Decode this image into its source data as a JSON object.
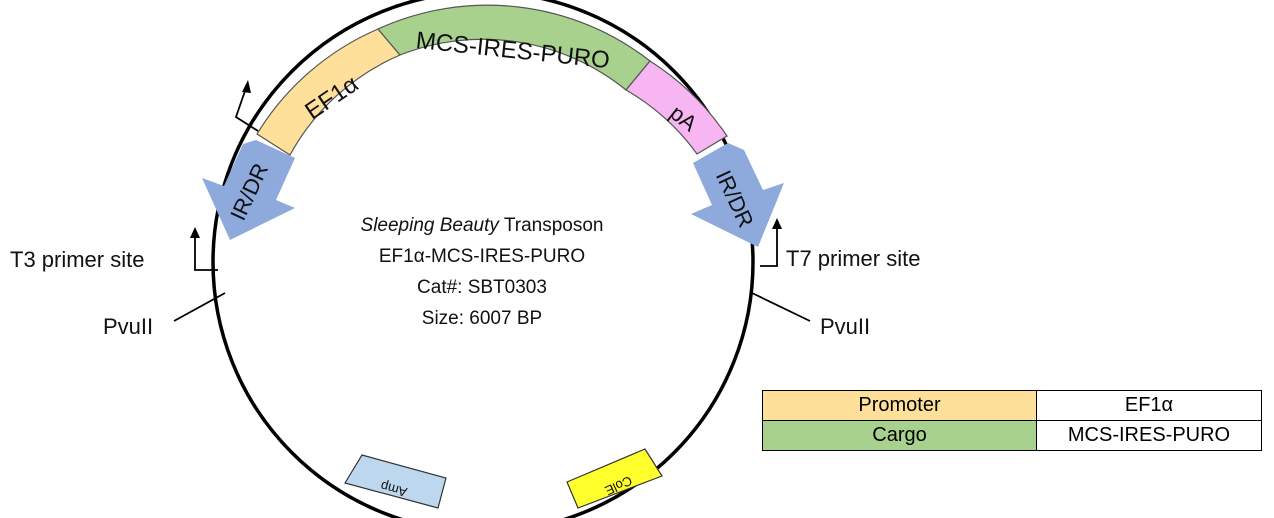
{
  "center": {
    "title_italic": "Sleeping Beauty",
    "title_rest": " Transposon",
    "construct": "EF1α-MCS-IRES-PURO",
    "catalog": "Cat#: SBT0303",
    "size": "Size:  6007 BP"
  },
  "features": {
    "ef1a": "EF1α",
    "cargo": "MCS-IRES-PURO",
    "pa": "pA",
    "ir_left": "IR/DR",
    "ir_right": "IR/DR",
    "amp": "Amp",
    "cole": "ColE"
  },
  "sites": {
    "t3": "T3 primer site",
    "t7": "T7 primer site",
    "pvuii_left": "PvuII",
    "pvuii_right": "PvuII"
  },
  "legend": {
    "rows": [
      {
        "key": "Promoter",
        "value": "EF1α",
        "color": "#ffe09a"
      },
      {
        "key": "Cargo",
        "value": "MCS-IRES-PURO",
        "color": "#a9d18e"
      }
    ]
  },
  "colors": {
    "promoter": "#ffe09a",
    "cargo": "#a9d18e",
    "pa": "#f7b5f2",
    "ir": "#8eaadc",
    "amp": "#bdd7ee",
    "cole": "#ffff2e"
  }
}
